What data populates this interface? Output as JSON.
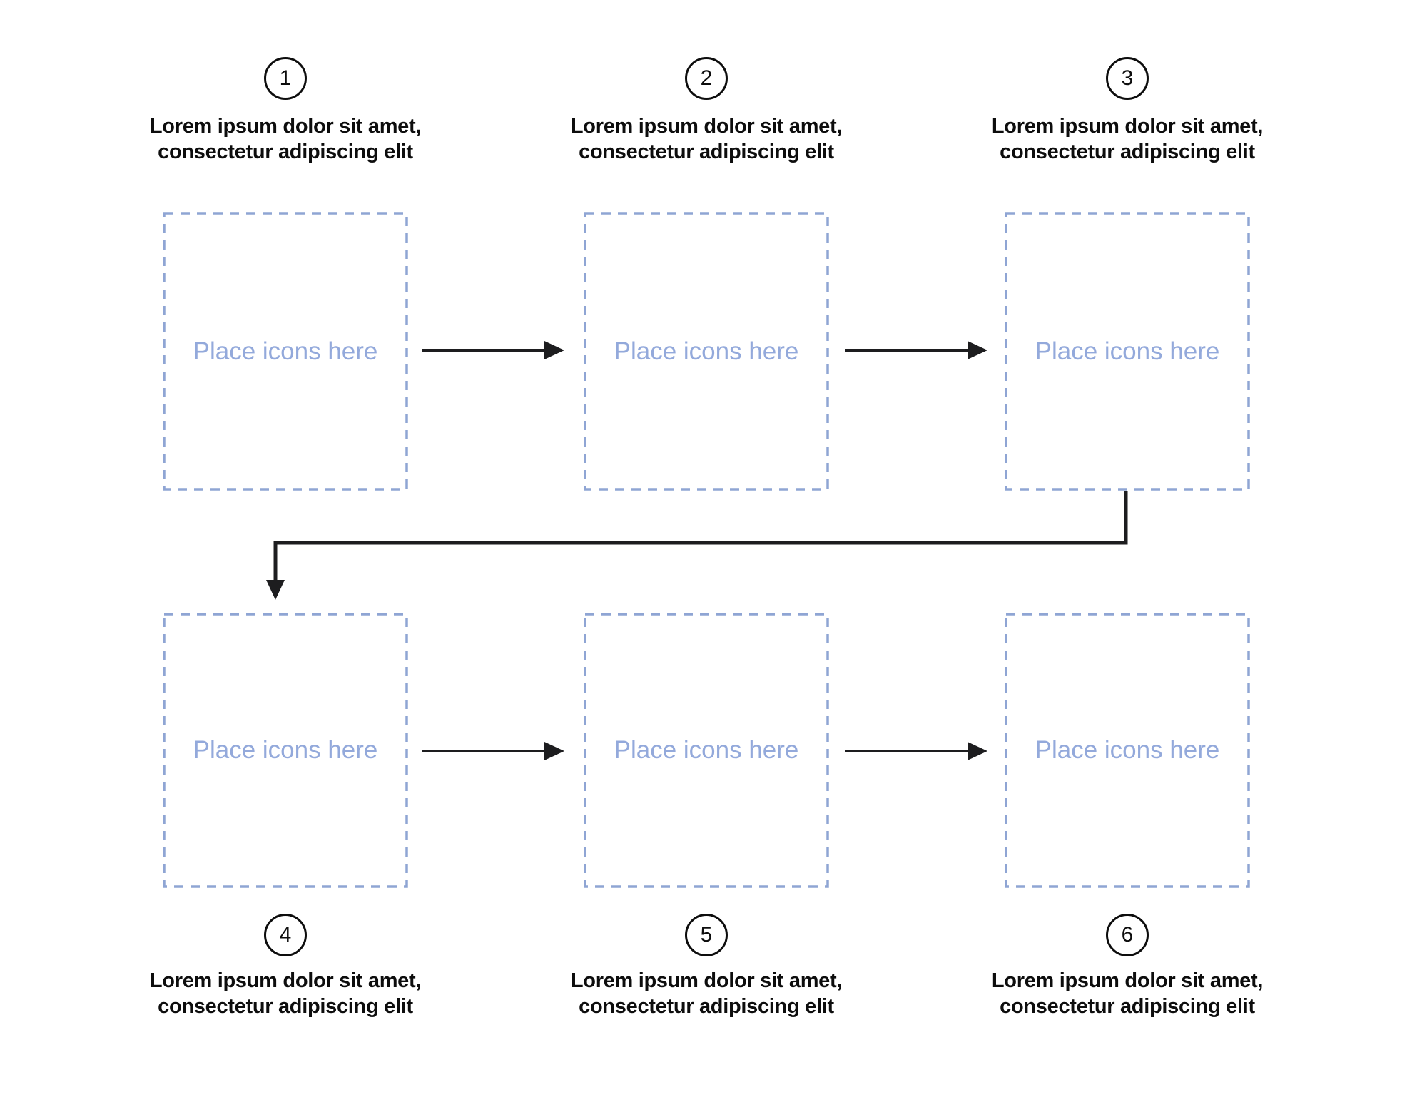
{
  "colors": {
    "background": "#ffffff",
    "accent": "#8fa5d4",
    "placeholder_text": "#93a9db",
    "connector": "#1d1d1f",
    "ink": "#0d0d0d"
  },
  "placeholder_label": "Place icons here",
  "steps": [
    {
      "number": "1",
      "caption_line1": "Lorem ipsum dolor sit amet,",
      "caption_line2": "consectetur adipiscing elit"
    },
    {
      "number": "2",
      "caption_line1": "Lorem ipsum dolor sit amet,",
      "caption_line2": "consectetur adipiscing elit"
    },
    {
      "number": "3",
      "caption_line1": "Lorem ipsum dolor sit amet,",
      "caption_line2": "consectetur adipiscing elit"
    },
    {
      "number": "4",
      "caption_line1": "Lorem ipsum dolor sit amet,",
      "caption_line2": "consectetur adipiscing elit"
    },
    {
      "number": "5",
      "caption_line1": "Lorem ipsum dolor sit amet,",
      "caption_line2": "consectetur adipiscing elit"
    },
    {
      "number": "6",
      "caption_line1": "Lorem ipsum dolor sit amet,",
      "caption_line2": "consectetur adipiscing elit"
    }
  ]
}
